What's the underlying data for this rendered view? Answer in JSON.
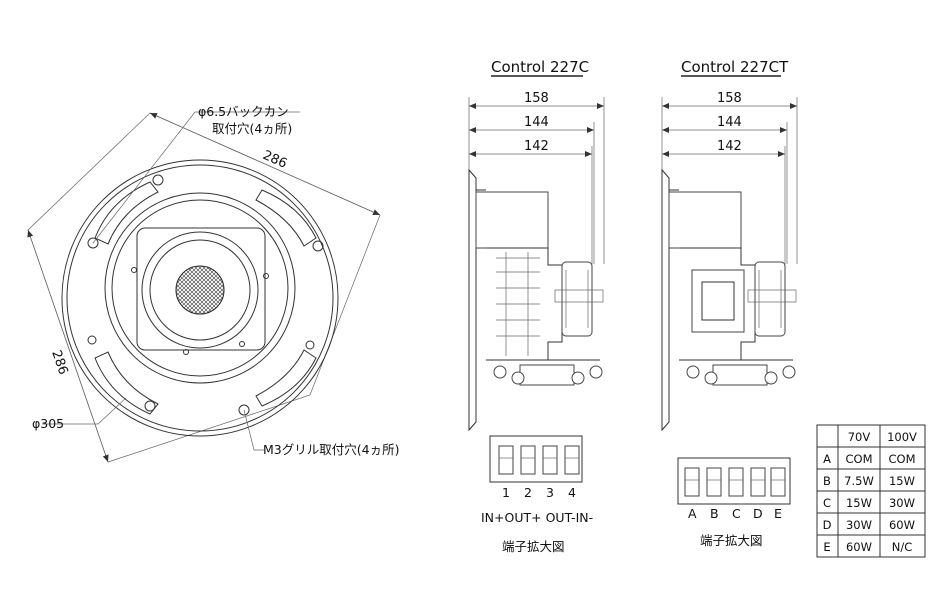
{
  "front": {
    "bolt_hole_label_line1": "φ6.5バックカン",
    "bolt_hole_label_line2": "取付穴(4ヵ所)",
    "dim_top": "286",
    "dim_left": "286",
    "diameter": "φ305",
    "grille_hole_label": "M3グリル取付穴(4ヵ所)"
  },
  "model_c": {
    "title": "Control 227C",
    "dims": [
      "158",
      "144",
      "142"
    ],
    "terminal_numbers": [
      "1",
      "2",
      "3",
      "4"
    ],
    "terminal_labels": "IN+OUT+ OUT-IN-",
    "terminal_caption": "端子拡大図"
  },
  "model_ct": {
    "title": "Control 227CT",
    "dims": [
      "158",
      "144",
      "142"
    ],
    "terminal_letters": [
      "A",
      "B",
      "C",
      "D",
      "E"
    ],
    "terminal_caption": "端子拡大図"
  },
  "tap_table": {
    "headers": [
      "",
      "70V",
      "100V"
    ],
    "rows": [
      [
        "A",
        "COM",
        "COM"
      ],
      [
        "B",
        "7.5W",
        "15W"
      ],
      [
        "C",
        "15W",
        "30W"
      ],
      [
        "D",
        "30W",
        "60W"
      ],
      [
        "E",
        "60W",
        "N/C"
      ]
    ]
  }
}
